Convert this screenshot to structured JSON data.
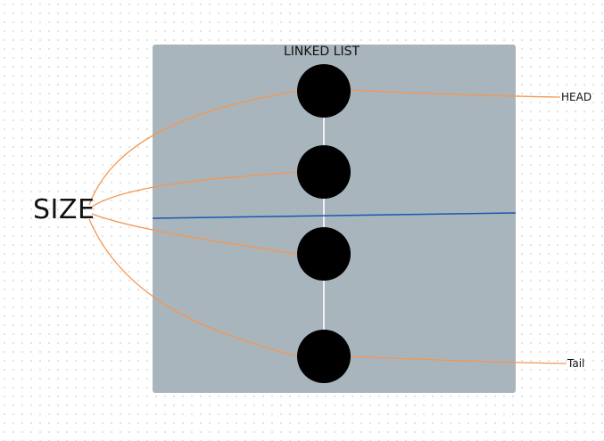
{
  "diagram": {
    "title": "LINKED LIST",
    "size_label": "SIZE",
    "head_label": "HEAD",
    "tail_label": "Tail",
    "node_count": 4
  },
  "colors": {
    "panel": "#a9b5bd",
    "node": "#000000",
    "link": "#f0f0f0",
    "connector": "#f5964f",
    "divider": "#1a56b0"
  }
}
